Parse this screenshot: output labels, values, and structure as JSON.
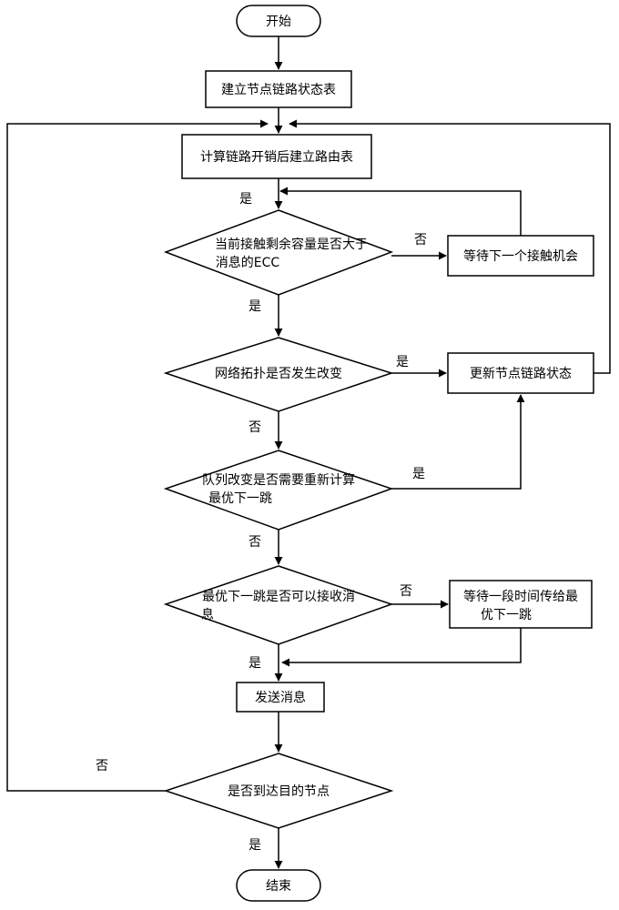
{
  "nodes": {
    "start": "开始",
    "build_table": "建立节点链路状态表",
    "compute_route": "计算链路开销后建立路由表",
    "capacity_check_l1": "当前接触剩余容量是否大于",
    "capacity_check_l2": "消息的ECC",
    "wait_contact": "等待下一个接触机会",
    "topology_check": "网络拓扑是否发生改变",
    "update_state": "更新节点链路状态",
    "queue_check_l1": "队列改变是否需要重新计算",
    "queue_check_l2": "最优下一跳",
    "nexthop_check_l1": "最优下一跳是否可以接收消",
    "nexthop_check_l2": "息",
    "wait_forward_l1": "等待一段时间传给最",
    "wait_forward_l2": "优下一跳",
    "send": "发送消息",
    "dest_check": "是否到达目的节点",
    "end": "结束"
  },
  "edges": {
    "route_to_capacity": "是",
    "capacity_no": "否",
    "capacity_yes": "是",
    "topology_yes": "是",
    "topology_no": "否",
    "queue_yes": "是",
    "queue_no": "否",
    "nexthop_no": "否",
    "nexthop_yes": "是",
    "dest_no": "否",
    "dest_yes": "是"
  }
}
